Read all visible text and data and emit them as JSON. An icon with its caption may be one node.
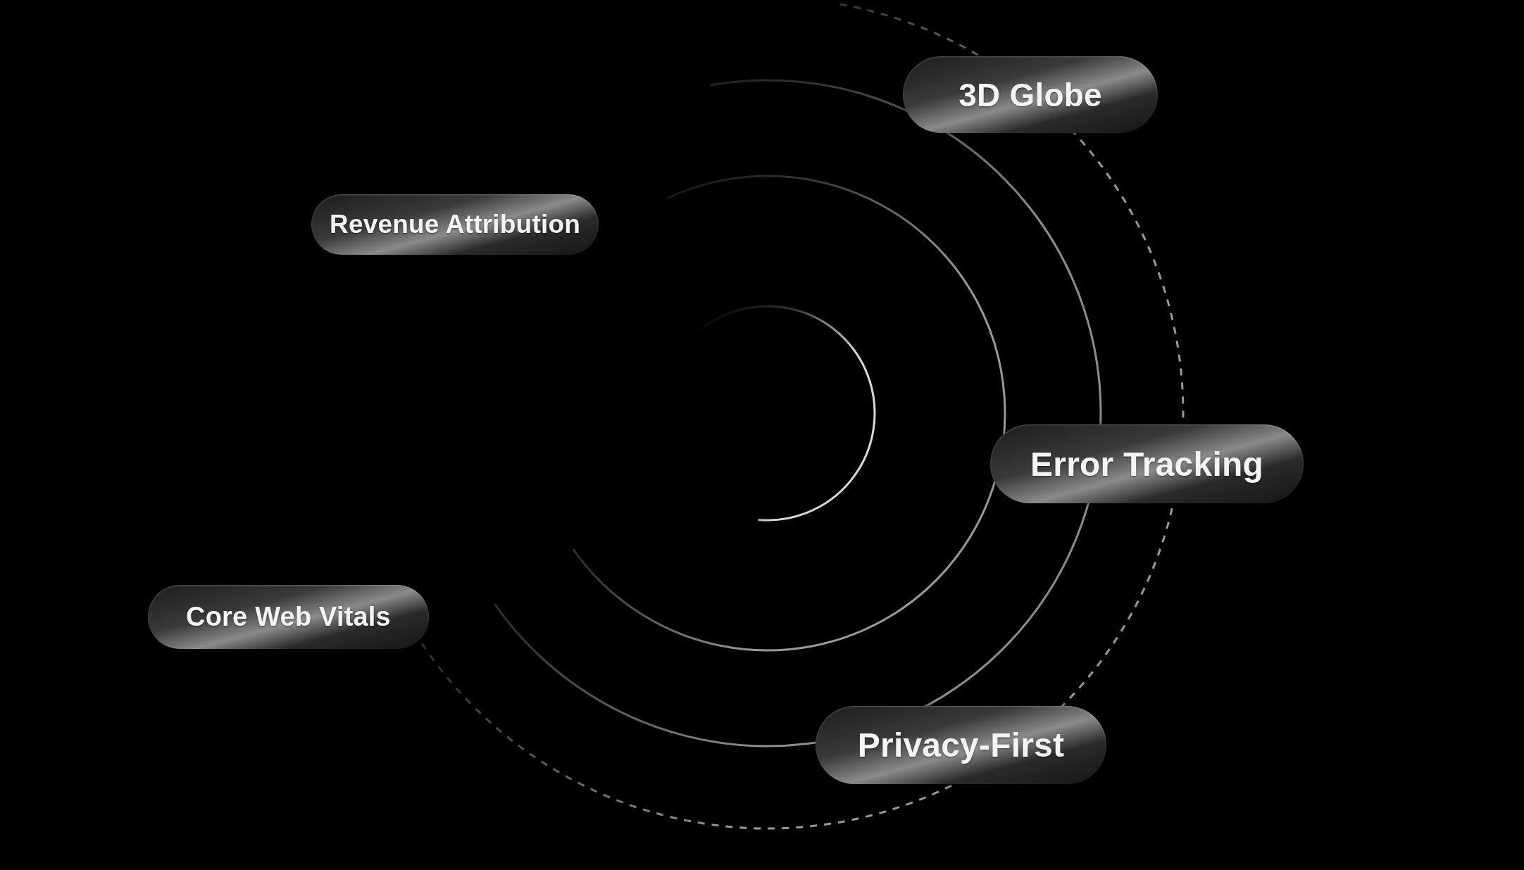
{
  "diagram": {
    "nodes": [
      {
        "text": [
          "3D Globe"
        ]
      },
      {
        "text": [
          "Revenue Attribution"
        ]
      },
      {
        "text": [
          "Error Tracking"
        ]
      },
      {
        "text": [
          "Core Web Vitals"
        ]
      },
      {
        "text": [
          "Privacy-First"
        ]
      }
    ]
  }
}
